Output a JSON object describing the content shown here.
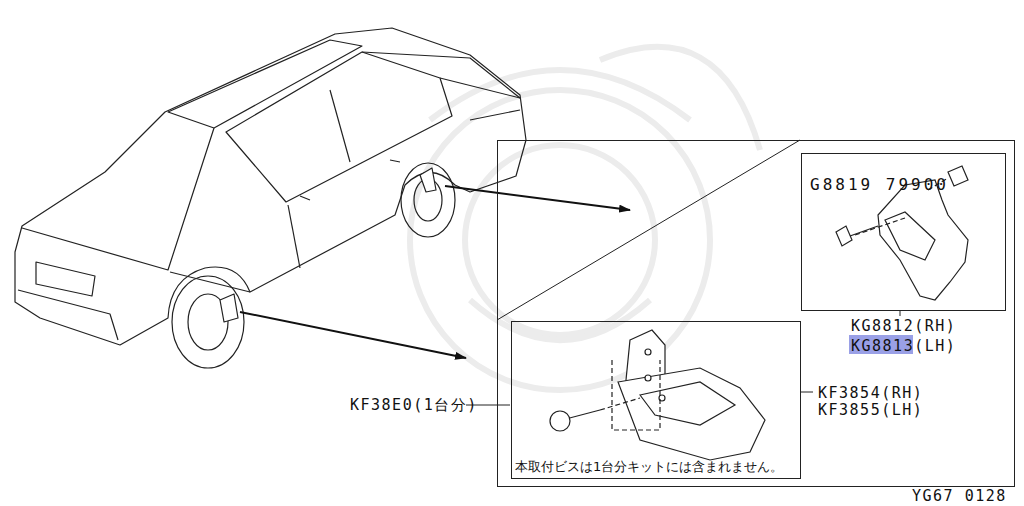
{
  "diagram": {
    "nodes": [
      {
        "text": [
          "KG8812(RH)",
          "KG8813(LH)",
          "KF3854(RH)",
          "KF3855(LH)"
        ]
      },
      {
        "text": [
          "G8819 79900"
        ],
        "in": 0
      },
      {
        "text": [
          "本取付ビスは1台分キットには含まれません。"
        ],
        "in": 0
      }
    ],
    "labels": [
      "KF38E0(1台分)",
      "YG67 0128"
    ]
  }
}
